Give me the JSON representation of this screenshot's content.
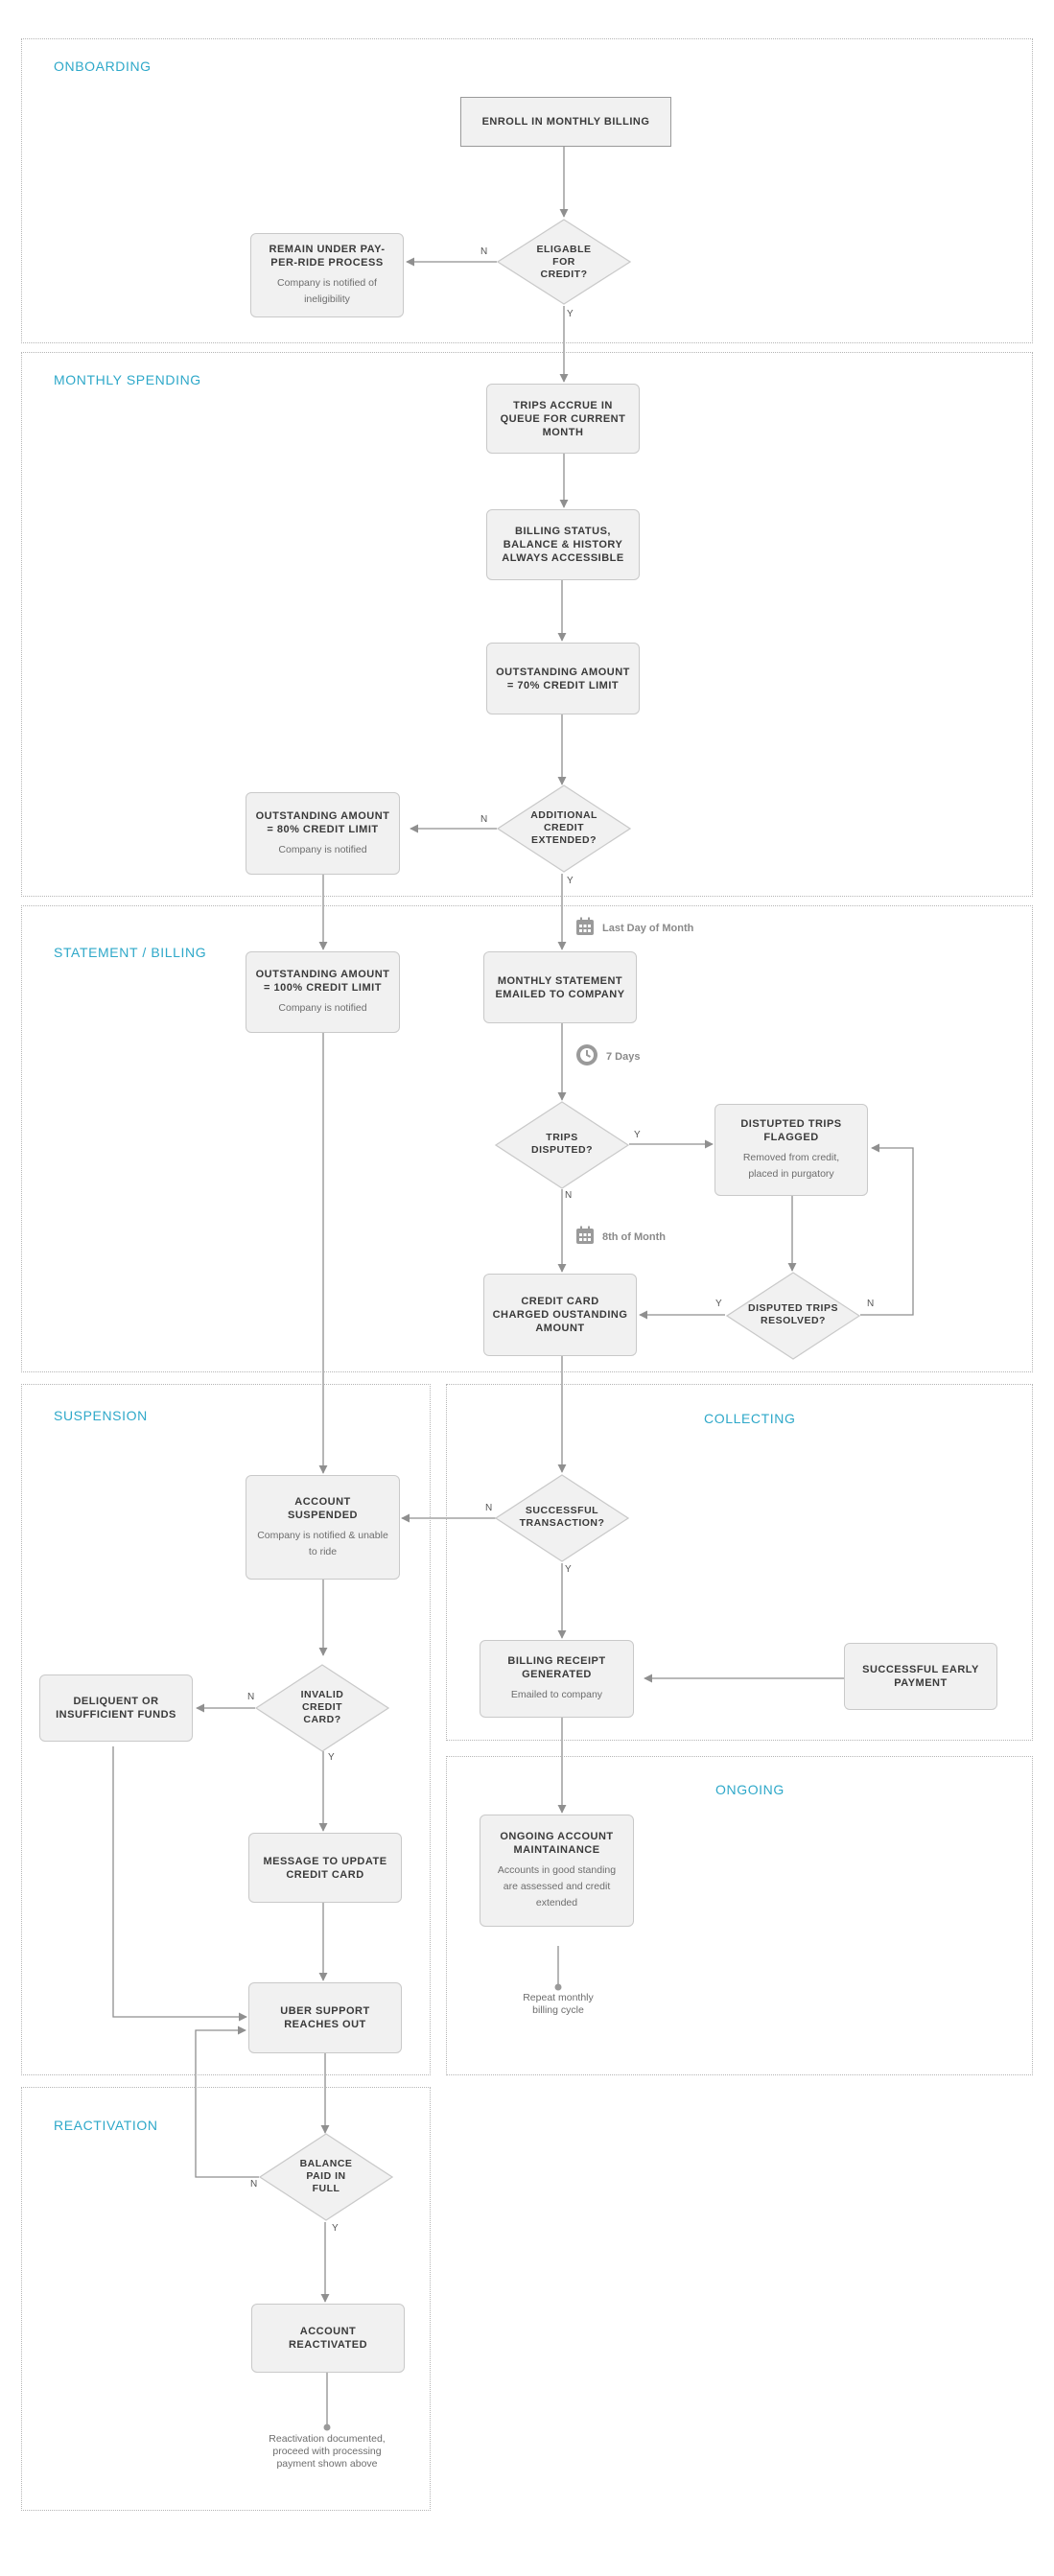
{
  "sections": {
    "onboarding": "ONBOARDING",
    "monthly_spending": "MONTHLY SPENDING",
    "statement_billing": "STATEMENT / BILLING",
    "suspension": "SUSPENSION",
    "collecting": "COLLECTING",
    "ongoing": "ONGOING",
    "reactivation": "REACTIVATION"
  },
  "nodes": {
    "enroll": {
      "title": "ENROLL IN MONTHLY BILLING"
    },
    "remain_ppr": {
      "title": "REMAIN UNDER PAY-PER-RIDE PROCESS",
      "sub": "Company is notified of ineligibility"
    },
    "trips_accrue": {
      "title": "TRIPS ACCRUE IN QUEUE FOR CURRENT MONTH"
    },
    "billing_status": {
      "title": "BILLING STATUS, BALANCE & HISTORY ALWAYS ACCESSIBLE"
    },
    "outstanding_70": {
      "title": "OUTSTANDING AMOUNT = 70% CREDIT LIMIT"
    },
    "outstanding_80": {
      "title": "OUTSTANDING AMOUNT = 80% CREDIT LIMIT",
      "sub": "Company is notified"
    },
    "outstanding_100": {
      "title": "OUTSTANDING AMOUNT = 100% CREDIT LIMIT",
      "sub": "Company is notified"
    },
    "monthly_statement": {
      "title": "MONTHLY STATEMENT EMAILED TO COMPANY"
    },
    "disputed_flagged": {
      "title": "DISTUPTED TRIPS FLAGGED",
      "sub": "Removed from credit, placed in purgatory"
    },
    "cc_charged": {
      "title": "CREDIT CARD CHARGED OUSTANDING AMOUNT"
    },
    "account_suspended": {
      "title": "ACCOUNT SUSPENDED",
      "sub": "Company is notified & unable to ride"
    },
    "delinquent": {
      "title": "DELIQUENT OR INSUFFICIENT FUNDS"
    },
    "message_update": {
      "title": "MESSAGE TO UPDATE CREDIT CARD"
    },
    "uber_support": {
      "title": "UBER SUPPORT REACHES OUT"
    },
    "billing_receipt": {
      "title": "BILLING RECEIPT GENERATED",
      "sub": "Emailed to company"
    },
    "early_payment": {
      "title": "SUCCESSFUL EARLY PAYMENT"
    },
    "ongoing_maint": {
      "title": "ONGOING ACCOUNT MAINTAINANCE",
      "sub": "Accounts in good standing are assessed and credit extended"
    },
    "account_reactivated": {
      "title": "ACCOUNT REACTIVATED"
    }
  },
  "decisions": {
    "eligible": "ELIGABLE FOR CREDIT?",
    "additional_credit": "ADDITIONAL CREDIT EXTENDED?",
    "trips_disputed": "TRIPS DISPUTED?",
    "disputed_resolved": "DISPUTED TRIPS RESOLVED?",
    "successful_tx": "SUCCESSFUL TRANSACTION?",
    "invalid_cc": "INVALID CREDIT CARD?",
    "balance_paid": "BALANCE PAID IN FULL"
  },
  "labels": {
    "yes": "Y",
    "no": "N"
  },
  "timing": {
    "last_day": {
      "icon": "calendar-icon",
      "text": "Last Day of Month"
    },
    "seven_days": {
      "icon": "clock-icon",
      "text": "7 Days"
    },
    "eighth": {
      "icon": "calendar-icon",
      "text": "8th of Month"
    }
  },
  "notes": {
    "repeat_cycle": "Repeat monthly billing cycle",
    "reactivation_note": "Reactivation documented, proceed with processing payment shown above"
  },
  "colors": {
    "accent": "#2ea8c9",
    "node_fill": "#f1f1f1",
    "node_border": "#c9c9c9",
    "line": "#8f8f8f"
  }
}
